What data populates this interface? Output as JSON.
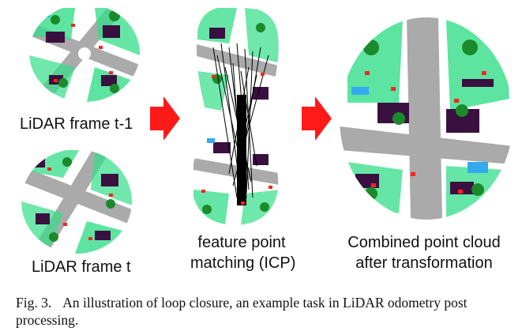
{
  "figure": {
    "labels": {
      "frame_prev": "LiDAR frame t-1",
      "frame_curr": "LiDAR frame t",
      "matching_line1": "feature point",
      "matching_line2": "matching (ICP)",
      "combined_line1": "Combined point cloud",
      "combined_line2": "after transformation"
    },
    "colors": {
      "arrow": "#ff1a1a",
      "road": "#aaaaaa",
      "vegetation": "#33dd88",
      "tree": "#1a8a2a",
      "building": "#3a1040",
      "car": "#ff2222",
      "water": "#33aaee",
      "ground": "#ffffff"
    }
  },
  "caption": {
    "label": "Fig. 3.",
    "text": "An illustration of loop closure, an example task in LiDAR odometry post processing."
  }
}
